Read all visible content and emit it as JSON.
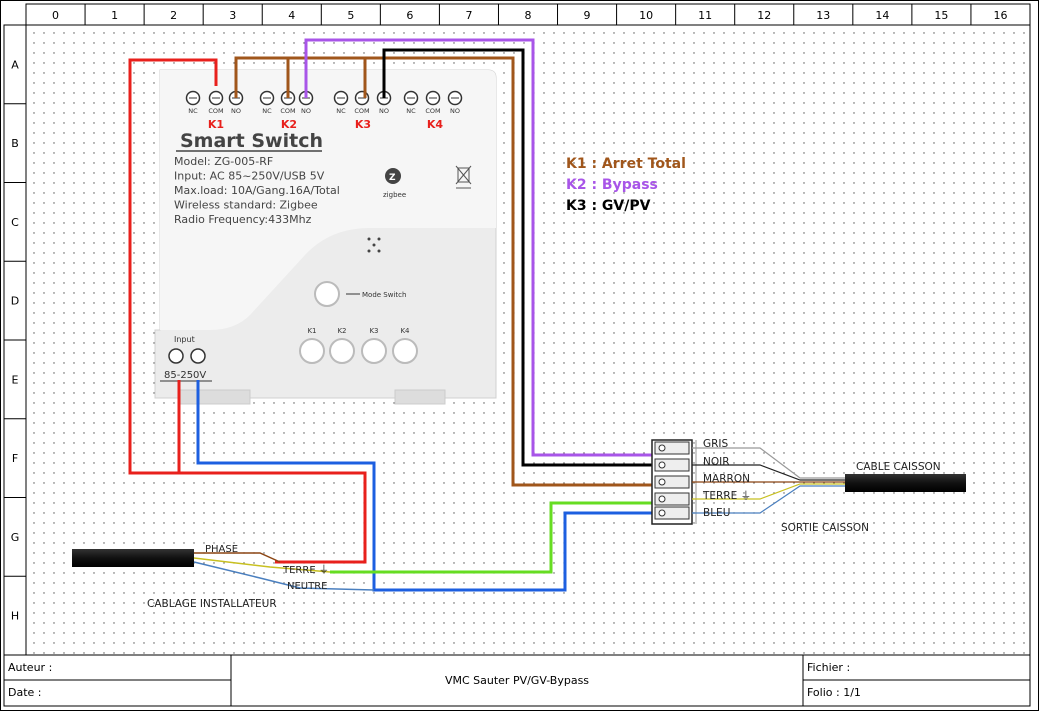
{
  "columns": [
    "0",
    "1",
    "2",
    "3",
    "4",
    "5",
    "6",
    "7",
    "8",
    "9",
    "10",
    "11",
    "12",
    "13",
    "14",
    "15",
    "16"
  ],
  "rows": [
    "A",
    "B",
    "C",
    "D",
    "E",
    "F",
    "G",
    "H"
  ],
  "module": {
    "title": "Smart  Switch",
    "specs": [
      "Model:  ZG-005-RF",
      "Input:  AC 85~250V/USB 5V",
      "Max.load:  10A/Gang.16A/Total",
      "Wireless standard:  Zigbee",
      "Radio Frequency:433Mhz"
    ],
    "terminal_labels": [
      "NC",
      "COM",
      "NO",
      "NC",
      "COM",
      "NO",
      "NC",
      "COM",
      "NO",
      "NC",
      "COM",
      "NO"
    ],
    "relay_labels": [
      "K1",
      "K2",
      "K3",
      "K4"
    ],
    "zigbee_label": "zigbee",
    "mode_switch_label": "Mode Switch",
    "button_labels": [
      "K1",
      "K2",
      "K3",
      "K4"
    ],
    "input_label": "Input",
    "voltage_label": "85-250V"
  },
  "legend": [
    {
      "text": "K1 : Arret Total",
      "color": "#a0561b"
    },
    {
      "text": "K2 : Bypass",
      "color": "#a855e8"
    },
    {
      "text": "K3 : GV/PV",
      "color": "#000000"
    }
  ],
  "caisson": {
    "wires": [
      "GRIS",
      "NOIR",
      "MARRON",
      "TERRE ⏚",
      "BLEU"
    ],
    "cable_label": "CABLE CAISSON",
    "output_label": "SORTIE CAISSON"
  },
  "installer": {
    "wires": [
      "PHASE",
      "TERRE ⏚",
      "NEUTRE"
    ],
    "label": "CABLAGE INSTALLATEUR"
  },
  "colors": {
    "red": "#e8201c",
    "blue": "#1d5fe0",
    "brown": "#a0561b",
    "purple": "#a855e8",
    "black": "#000000",
    "green": "#66dd22"
  },
  "title_block": {
    "author_label": "Auteur :",
    "date_label": "Date :",
    "title": "VMC Sauter PV/GV-Bypass",
    "file_label": "Fichier :",
    "folio_label": "Folio : 1/1"
  }
}
